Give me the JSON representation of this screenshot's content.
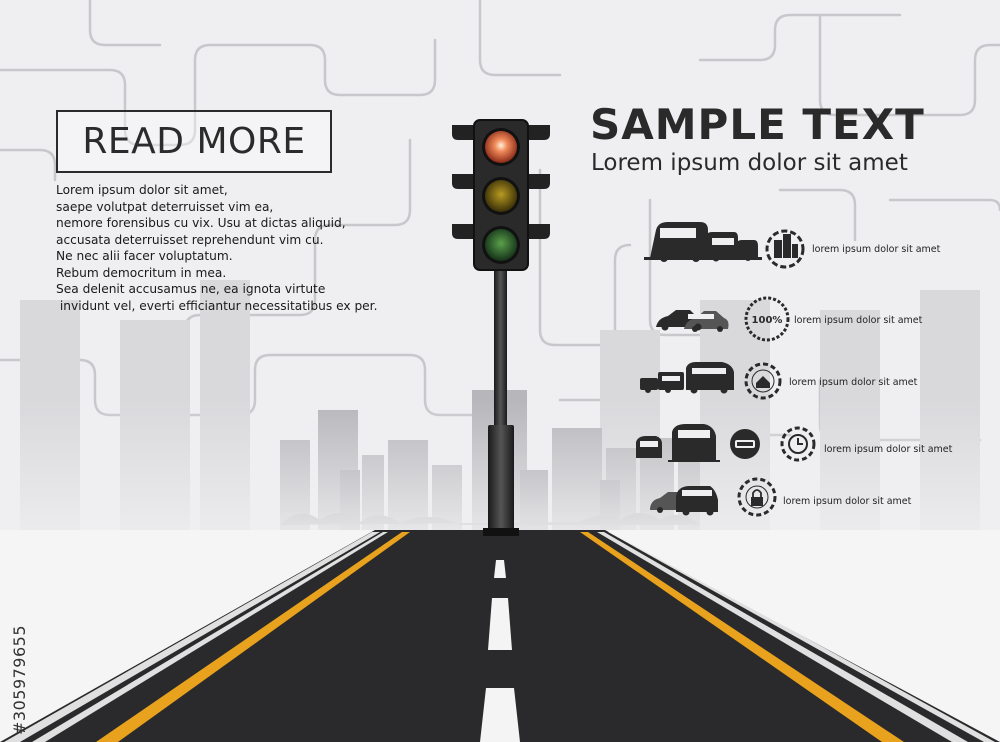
{
  "read_more": "READ MORE",
  "paragraph": [
    "Lorem ipsum dolor sit amet,",
    "saepe volutpat deterruisset vim ea,",
    "nemore forensibus cu vix. Usu at dictas aliquid,",
    "accusata deterruisset reprehendunt vim cu.",
    "Ne nec alii facer voluptatum.",
    "Rebum democritum in mea.",
    "Sea delenit accusamus ne, ea ignota virtute",
    " invidunt vel, everti efficiantur necessitatibus ex per."
  ],
  "headline": "SAMPLE TEXT",
  "subheadline": "Lorem ipsum dolor sit amet",
  "infographic": [
    {
      "label": "lorem ipsum dolor sit amet",
      "icon": "city-building-icon",
      "vehicles": "bus-truck-convoy-icon"
    },
    {
      "label": "lorem ipsum dolor sit amet",
      "icon": "percent-100-icon",
      "badge": "100%",
      "vehicles": "cars-icon"
    },
    {
      "label": "lorem ipsum dolor sit amet",
      "icon": "home-icon",
      "vehicles": "trucks-icon"
    },
    {
      "label": "lorem ipsum dolor sit amet",
      "icon": "clock-icon",
      "vehicles": "trains-icon"
    },
    {
      "label": "lorem ipsum dolor sit amet",
      "icon": "lock-icon",
      "vehicles": "suv-icon"
    }
  ],
  "watermark_id": "#305979655",
  "colors": {
    "background": "#efeff1",
    "road": "#2a2a2c",
    "lane_yellow": "#e8a21e",
    "lane_white": "#f4f4f4",
    "red_light": "#e8553a",
    "amber_light": "#6a5a10",
    "green_light": "#2f5a2c"
  }
}
